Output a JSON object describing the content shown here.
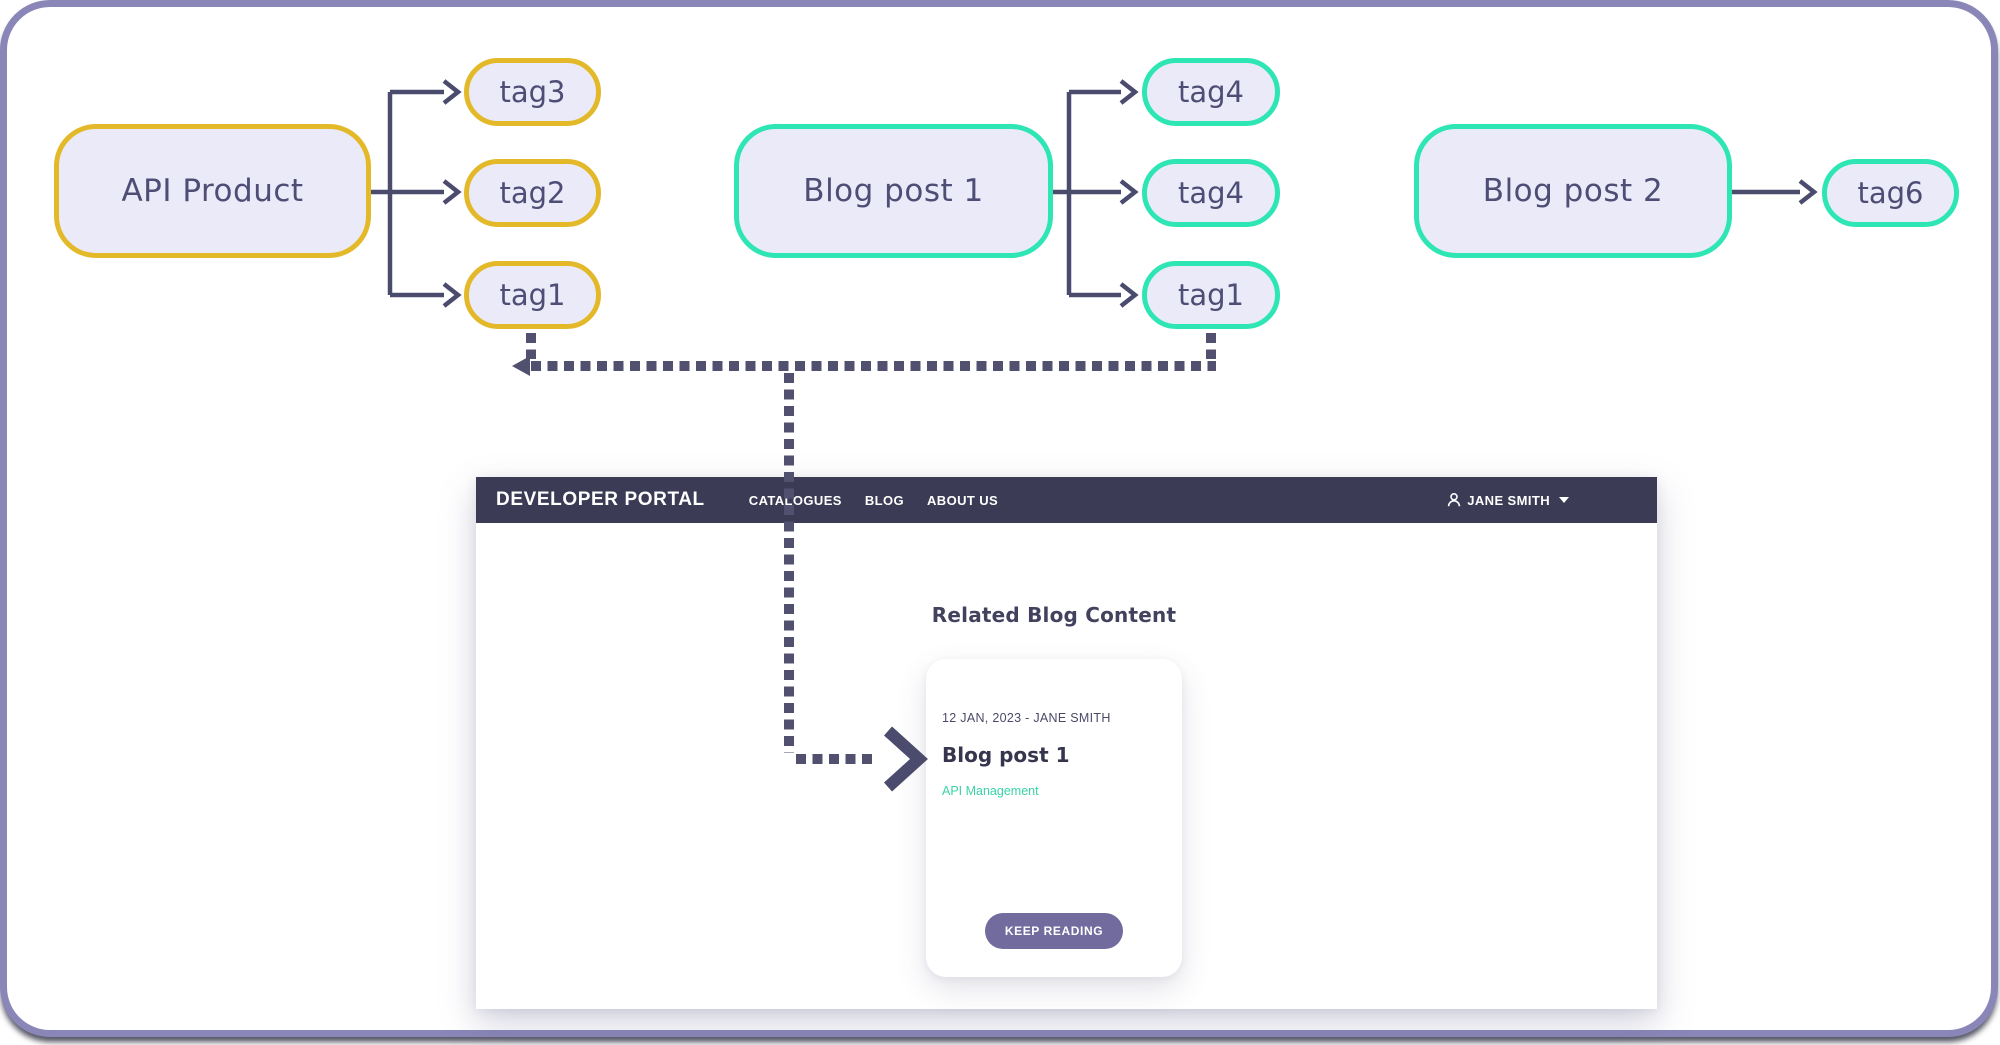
{
  "diagram": {
    "groups": [
      {
        "source": "API Product",
        "tags": [
          "tag3",
          "tag2",
          "tag1"
        ]
      },
      {
        "source": "Blog post 1",
        "tags": [
          "tag4",
          "tag4",
          "tag1"
        ]
      },
      {
        "source": "Blog post 2",
        "tags": [
          "tag6"
        ]
      }
    ],
    "colors": {
      "yellow_border": "#e3b92a",
      "teal_border": "#2ee5b4",
      "node_fill": "#ebeaf8",
      "node_text": "#4d4d75",
      "connector": "#4b4b6e",
      "dotted": "#51516f",
      "frame_border": "#8a86b8"
    }
  },
  "portal": {
    "navbar": {
      "brand": "DEVELOPER PORTAL",
      "items": [
        "CATALOGUES",
        "BLOG",
        "ABOUT US"
      ],
      "user": "JANE SMITH",
      "bg": "#3b3b55"
    },
    "heading": "Related Blog Content",
    "card": {
      "meta": "12 JAN, 2023 - JANE SMITH",
      "title": "Blog post 1",
      "tag": "API Management",
      "button": "KEEP READING",
      "tag_color": "#3bd3a6",
      "button_bg": "#716b9e"
    }
  }
}
